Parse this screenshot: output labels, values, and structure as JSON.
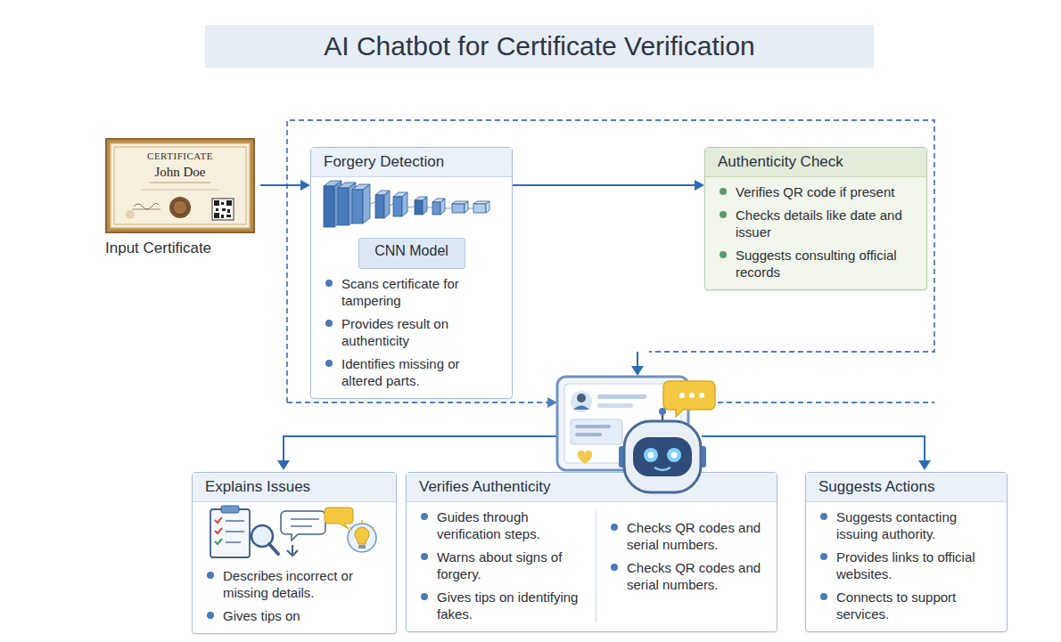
{
  "diagram": {
    "title": "AI Chatbot for Certificate Verification",
    "nodes": [
      {
        "text": [
          "CERTIFICATE",
          "John Doe",
          "Input Certificate"
        ]
      },
      {
        "text": [
          "Forgery Detection",
          "Scans certificate for tampering",
          "Provides result on authenticity",
          "Identifies missing or altered parts."
        ]
      },
      {
        "text": [
          "CNN Model"
        ],
        "in": 1
      },
      {
        "text": [
          "Authenticity Check",
          "Verifies QR code if present",
          "Checks details like date and issuer",
          "Suggests consulting official records"
        ]
      },
      {
        "text": [
          "Explains Issues",
          "Describes incorrect or missing details.",
          "Gives tips on"
        ]
      },
      {
        "text": [
          "Verifies Authenticity",
          "Guides through verification steps.",
          "Warns about signs of forgery.",
          "Gives tips on identifying fakes.",
          "Checks QR codes and serial numbers.",
          "Checks QR codes and serial numbers."
        ]
      },
      {
        "text": [
          "Suggests Actions",
          "Suggests contacting issuing authority.",
          "Provides links to official websites.",
          "Connects to support services."
        ]
      }
    ],
    "edges": [
      {
        "from": 0,
        "to": 1,
        "arrow": "to"
      },
      {
        "from": 1,
        "to": 3,
        "arrow": "to"
      }
    ]
  }
}
